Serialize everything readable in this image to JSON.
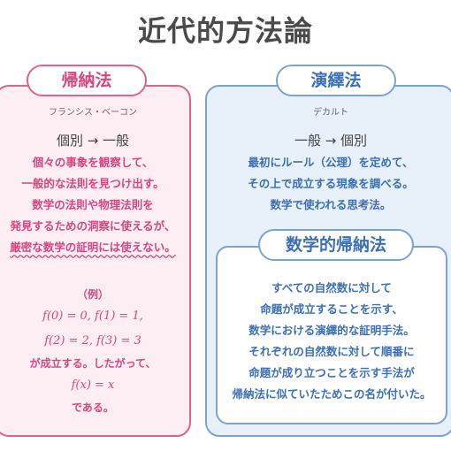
{
  "title": "近代的方法論",
  "induction": {
    "label": "帰納法",
    "subtitle": "フランシス・ベーコン",
    "rule": "個別 → 一般",
    "lines": [
      "個々の事象を観察して、",
      "一般的な法則を見つけ出す。",
      "数学の法則や物理法則を",
      "発見するための洞察に使えるが、",
      "厳密な数学の証明には使えない。"
    ],
    "example": {
      "heading": "（例）",
      "eq1": "f(0) = 0,  f(1) = 1,",
      "eq2": "f(2) = 2,  f(3) = 3",
      "mid": "が成立する。したがって、",
      "eq3": "f(x) = x",
      "end": "である。"
    }
  },
  "deduction": {
    "label": "演繹法",
    "subtitle": "デカルト",
    "rule": "一般 → 個別",
    "lines": [
      "最初にルール（公理）を定めて、",
      "その上で成立する現象を調べる。",
      "数学で使われる思考法。"
    ]
  },
  "math_induction": {
    "label": "数学的帰納法",
    "lines": [
      "すべての自然数に対して",
      "命題が成立することを示す、",
      "数学における演繹的な証明手法。",
      "それぞれの自然数に対して順番に",
      "命題が成り立つことを示す手法が",
      "帰納法に似ていたためこの名が付いた。"
    ]
  },
  "colors": {
    "induction_accent": "#d64780",
    "deduction_accent": "#3d6fb3",
    "induction_bg": "#fdeef3",
    "deduction_bg": "#e8f0fa"
  }
}
